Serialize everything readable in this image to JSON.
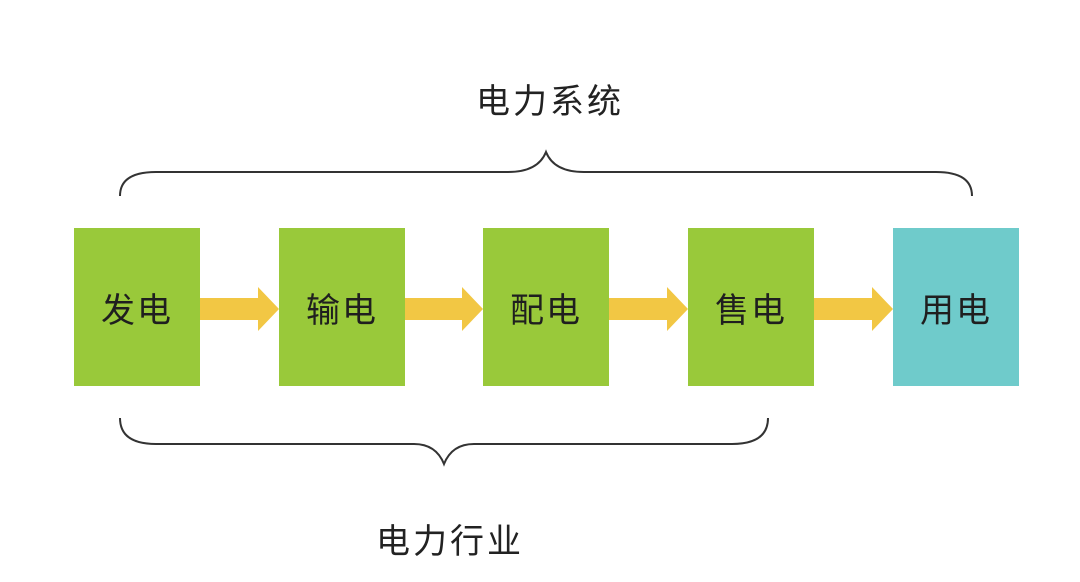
{
  "diagram": {
    "system_label": "电力系统",
    "industry_label": "电力行业",
    "nodes": [
      {
        "label": "发电",
        "color": "#99c93a"
      },
      {
        "label": "输电",
        "color": "#99c93a"
      },
      {
        "label": "配电",
        "color": "#99c93a"
      },
      {
        "label": "售电",
        "color": "#99c93a"
      },
      {
        "label": "用电",
        "color": "#6fcbcb"
      }
    ],
    "arrow_color": "#f2c744",
    "brace_color": "#333333"
  }
}
